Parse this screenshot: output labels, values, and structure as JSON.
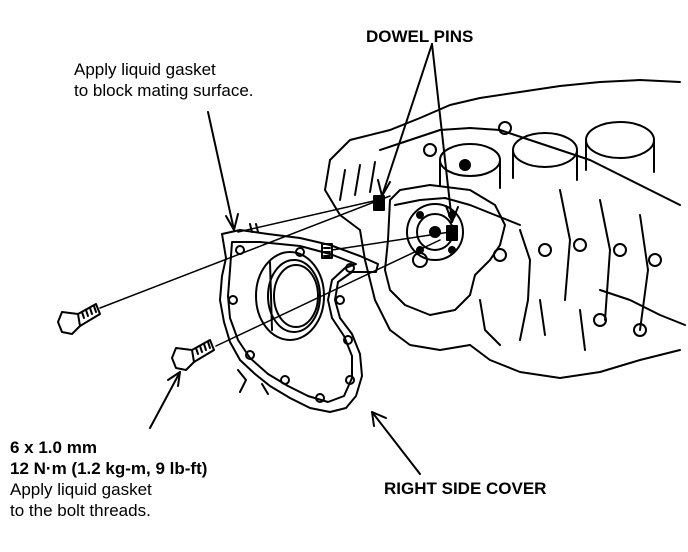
{
  "labels": {
    "dowel_pins": "DOWEL PINS",
    "gasket_surface_line1": "Apply liquid gasket",
    "gasket_surface_line2": "to block mating surface.",
    "bolt_size": "6 x 1.0 mm",
    "bolt_torque": "12 N·m (1.2 kg-m, 9 lb-ft)",
    "bolt_gasket_line1": "Apply liquid gasket",
    "bolt_gasket_line2": "to the bolt threads.",
    "right_side_cover": "RIGHT SIDE COVER"
  },
  "colors": {
    "ink": "#000000",
    "paper": "#ffffff"
  }
}
